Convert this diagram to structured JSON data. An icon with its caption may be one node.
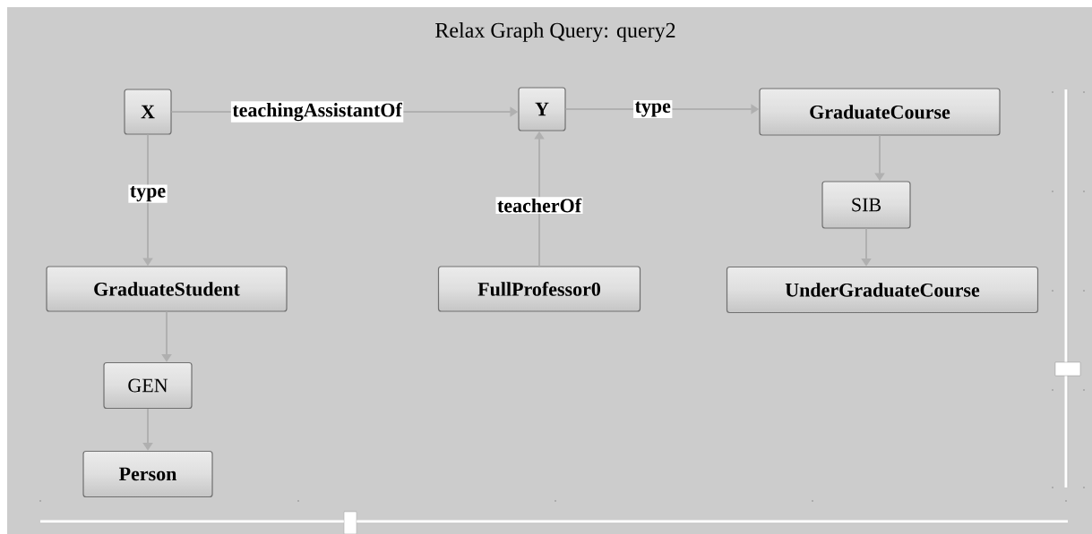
{
  "diagram": {
    "title": "Relax Graph Query: query2",
    "nodes": [
      {
        "text": [
          "X"
        ]
      },
      {
        "text": [
          "Y"
        ]
      },
      {
        "text": [
          "GraduateCourse"
        ]
      },
      {
        "text": [
          "SIB"
        ]
      },
      {
        "text": [
          "GraduateStudent"
        ]
      },
      {
        "text": [
          "FullProfessor0"
        ]
      },
      {
        "text": [
          "UnderGraduateCourse"
        ]
      },
      {
        "text": [
          "GEN"
        ]
      },
      {
        "text": [
          "Person"
        ]
      }
    ],
    "edges": [
      {
        "from": 0,
        "to": 1,
        "arrow": "to",
        "label": "teachingAssistantOf"
      },
      {
        "from": 1,
        "to": 2,
        "arrow": "to",
        "label": "type"
      },
      {
        "from": 0,
        "to": 4,
        "arrow": "to",
        "label": "type"
      },
      {
        "from": 5,
        "to": 1,
        "arrow": "to",
        "label": "teacherOf"
      },
      {
        "from": 2,
        "to": 3,
        "arrow": "to"
      },
      {
        "from": 3,
        "to": 6,
        "arrow": "to"
      },
      {
        "from": 4,
        "to": 7,
        "arrow": "to"
      },
      {
        "from": 7,
        "to": 8,
        "arrow": "to"
      }
    ]
  }
}
